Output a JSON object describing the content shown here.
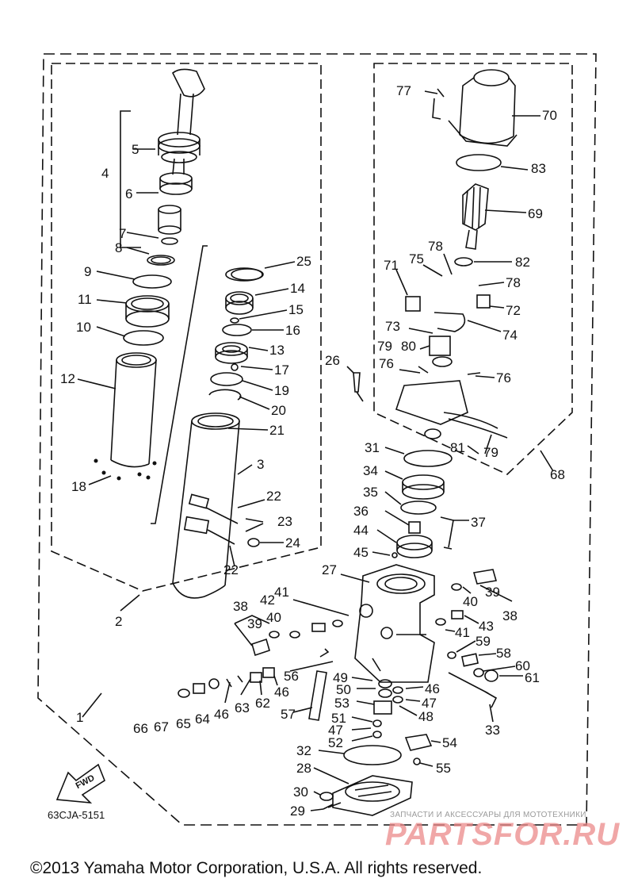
{
  "diagram": {
    "part_code": "63CJA-5151",
    "fwd_label": "FWD",
    "copyright": "©2013 Yamaha Motor Corporation, U.S.A. All rights reserved.",
    "watermark": {
      "shop_line": "ЗАПЧАСТИ И АКСЕССУАРЫ ДЛЯ МОТОТЕХНИКИ",
      "brand": "PARTSFOR.RU"
    },
    "callouts": [
      {
        "id": "1",
        "label": "1"
      },
      {
        "id": "2",
        "label": "2"
      },
      {
        "id": "3",
        "label": "3"
      },
      {
        "id": "4",
        "label": "4"
      },
      {
        "id": "5",
        "label": "5"
      },
      {
        "id": "6",
        "label": "6"
      },
      {
        "id": "7",
        "label": "7"
      },
      {
        "id": "8",
        "label": "8"
      },
      {
        "id": "9",
        "label": "9"
      },
      {
        "id": "10",
        "label": "10"
      },
      {
        "id": "11",
        "label": "11"
      },
      {
        "id": "12",
        "label": "12"
      },
      {
        "id": "13",
        "label": "13"
      },
      {
        "id": "14",
        "label": "14"
      },
      {
        "id": "15",
        "label": "15"
      },
      {
        "id": "16",
        "label": "16"
      },
      {
        "id": "17",
        "label": "17"
      },
      {
        "id": "18",
        "label": "18"
      },
      {
        "id": "19",
        "label": "19"
      },
      {
        "id": "20",
        "label": "20"
      },
      {
        "id": "21",
        "label": "21"
      },
      {
        "id": "22a",
        "label": "22"
      },
      {
        "id": "22b",
        "label": "22"
      },
      {
        "id": "23",
        "label": "23"
      },
      {
        "id": "24",
        "label": "24"
      },
      {
        "id": "25",
        "label": "25"
      },
      {
        "id": "26",
        "label": "26"
      },
      {
        "id": "27",
        "label": "27"
      },
      {
        "id": "28",
        "label": "28"
      },
      {
        "id": "29",
        "label": "29"
      },
      {
        "id": "30",
        "label": "30"
      },
      {
        "id": "31",
        "label": "31"
      },
      {
        "id": "32",
        "label": "32"
      },
      {
        "id": "33",
        "label": "33"
      },
      {
        "id": "34",
        "label": "34"
      },
      {
        "id": "35",
        "label": "35"
      },
      {
        "id": "36",
        "label": "36"
      },
      {
        "id": "37",
        "label": "37"
      },
      {
        "id": "38a",
        "label": "38"
      },
      {
        "id": "38b",
        "label": "38"
      },
      {
        "id": "39a",
        "label": "39"
      },
      {
        "id": "39b",
        "label": "39"
      },
      {
        "id": "40a",
        "label": "40"
      },
      {
        "id": "40b",
        "label": "40"
      },
      {
        "id": "41a",
        "label": "41"
      },
      {
        "id": "41b",
        "label": "41"
      },
      {
        "id": "42",
        "label": "42"
      },
      {
        "id": "43",
        "label": "43"
      },
      {
        "id": "44",
        "label": "44"
      },
      {
        "id": "45",
        "label": "45"
      },
      {
        "id": "46a",
        "label": "46"
      },
      {
        "id": "46b",
        "label": "46"
      },
      {
        "id": "46c",
        "label": "46"
      },
      {
        "id": "47a",
        "label": "47"
      },
      {
        "id": "47b",
        "label": "47"
      },
      {
        "id": "48",
        "label": "48"
      },
      {
        "id": "49",
        "label": "49"
      },
      {
        "id": "50",
        "label": "50"
      },
      {
        "id": "51",
        "label": "51"
      },
      {
        "id": "52",
        "label": "52"
      },
      {
        "id": "53",
        "label": "53"
      },
      {
        "id": "54",
        "label": "54"
      },
      {
        "id": "55",
        "label": "55"
      },
      {
        "id": "56",
        "label": "56"
      },
      {
        "id": "57",
        "label": "57"
      },
      {
        "id": "58",
        "label": "58"
      },
      {
        "id": "59",
        "label": "59"
      },
      {
        "id": "60",
        "label": "60"
      },
      {
        "id": "61",
        "label": "61"
      },
      {
        "id": "62",
        "label": "62"
      },
      {
        "id": "63",
        "label": "63"
      },
      {
        "id": "64",
        "label": "64"
      },
      {
        "id": "65",
        "label": "65"
      },
      {
        "id": "66",
        "label": "66"
      },
      {
        "id": "67",
        "label": "67"
      },
      {
        "id": "68",
        "label": "68"
      },
      {
        "id": "69",
        "label": "69"
      },
      {
        "id": "70",
        "label": "70"
      },
      {
        "id": "71",
        "label": "71"
      },
      {
        "id": "72",
        "label": "72"
      },
      {
        "id": "73",
        "label": "73"
      },
      {
        "id": "74",
        "label": "74"
      },
      {
        "id": "75",
        "label": "75"
      },
      {
        "id": "76a",
        "label": "76"
      },
      {
        "id": "76b",
        "label": "76"
      },
      {
        "id": "77",
        "label": "77"
      },
      {
        "id": "78a",
        "label": "78"
      },
      {
        "id": "78b",
        "label": "78"
      },
      {
        "id": "79a",
        "label": "79"
      },
      {
        "id": "79b",
        "label": "79"
      },
      {
        "id": "80",
        "label": "80"
      },
      {
        "id": "81",
        "label": "81"
      },
      {
        "id": "82",
        "label": "82"
      },
      {
        "id": "83",
        "label": "83"
      }
    ]
  }
}
